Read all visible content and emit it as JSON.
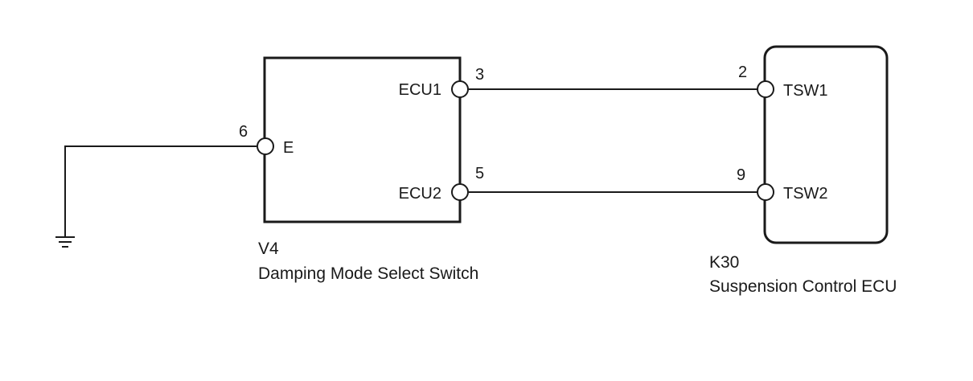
{
  "ground": {
    "symbol": "ground-icon"
  },
  "components": [
    {
      "code": "V4",
      "name": "Damping Mode Select Switch",
      "pins": [
        {
          "terminal": "E",
          "number": "6"
        },
        {
          "terminal": "ECU1",
          "number": "3"
        },
        {
          "terminal": "ECU2",
          "number": "5"
        }
      ]
    },
    {
      "code": "K30",
      "name": "Suspension Control ECU",
      "pins": [
        {
          "terminal": "TSW1",
          "number": "2"
        },
        {
          "terminal": "TSW2",
          "number": "9"
        }
      ]
    }
  ],
  "connections": [
    {
      "from": "V4.ECU1",
      "to": "K30.TSW1"
    },
    {
      "from": "V4.ECU2",
      "to": "K30.TSW2"
    },
    {
      "from": "V4.E",
      "to": "ground"
    }
  ],
  "colors": {
    "line": "#1a1a1a",
    "background": "#ffffff"
  }
}
